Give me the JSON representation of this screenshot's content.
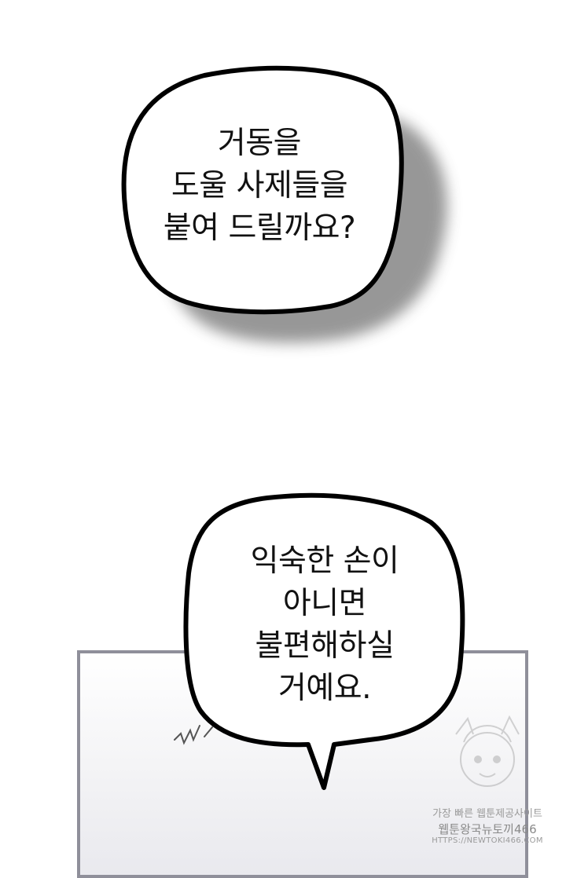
{
  "bubble_top": {
    "lines": [
      "거동을",
      "도울 사제들을",
      "붙여 드릴까요?"
    ]
  },
  "bubble_bottom": {
    "lines": [
      "익숙한 손이",
      "아니면",
      "불편해하실",
      "거예요."
    ]
  },
  "watermark": {
    "line1": "가장 빠른 웹툰제공사이트",
    "line2": "웹툰왕국뉴토끼466",
    "line3": "HTTPS://NEWTOKI466.COM"
  }
}
